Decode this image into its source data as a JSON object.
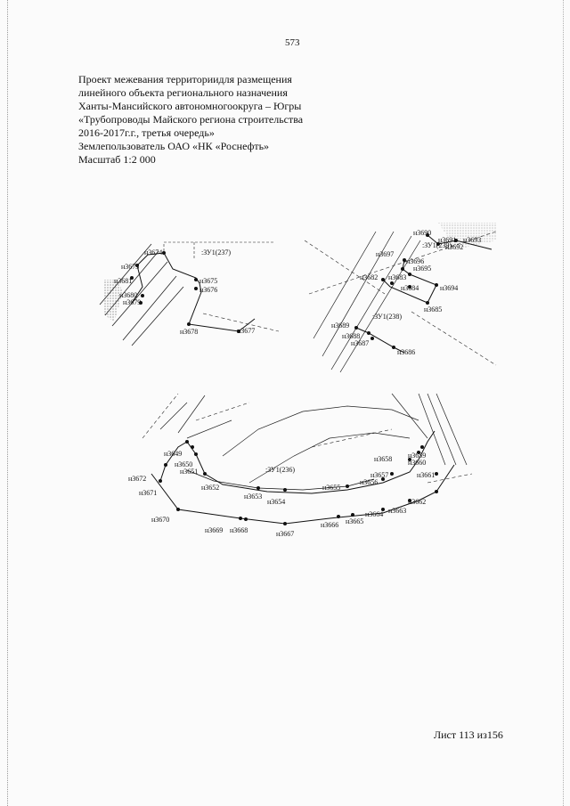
{
  "page_number": "573",
  "title_lines": [
    "Проект межевания территориидля размещения",
    "линейного объекта регионального назначения",
    "Ханты-Мансийского автономногоокруга – Югры",
    "«Трубопроводы Майского региона строительства",
    "2016-2017г.г., третья очередь»",
    "Землепользователь ОАО «НК «Роснефть»",
    "Масштаб 1:2 000"
  ],
  "drawing_1": {
    "parcel": ":ЗУ1(237)",
    "points": [
      "н3674",
      "н3673",
      "н3681",
      "н3680",
      "н3679",
      "н3675",
      "н3676",
      "н3678",
      "н3677"
    ]
  },
  "drawing_2": {
    "parcels": [
      ":ЗУ1(239)",
      ":ЗУ1(238)"
    ],
    "points": [
      "н3690",
      "н3691",
      "н3692",
      "н3693",
      "н3697",
      "н3696",
      "н3695",
      "н3682",
      "н3683",
      "н3684",
      "н3694",
      "н3685",
      "н3689",
      "н3688",
      "н3687",
      "н3686"
    ]
  },
  "drawing_3": {
    "parcel": ":ЗУ1(236)",
    "points": [
      "н3649",
      "н3650",
      "н3651",
      "н3672",
      "н3671",
      "н3652",
      "н3653",
      "н3654",
      "н3655",
      "н3658",
      "н3659",
      "н3660",
      "н3657",
      "н3656",
      "н3661",
      "н3670",
      "н3669",
      "н3668",
      "н3667",
      "н3666",
      "н3665",
      "н3664",
      "н3663",
      "н3662"
    ]
  },
  "footer": "Лист 113 из156"
}
